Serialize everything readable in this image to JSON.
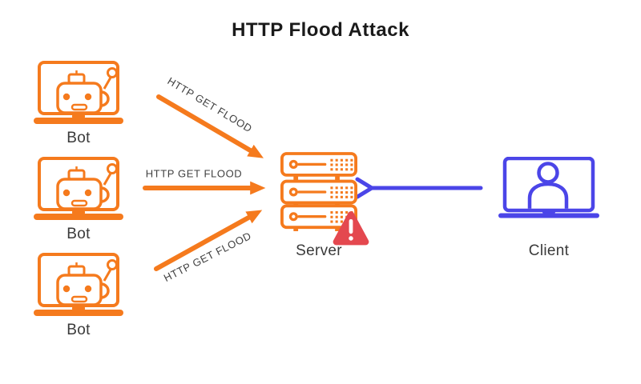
{
  "title": "HTTP Flood Attack",
  "colors": {
    "attacker_orange": "#F57A1D",
    "client_blue": "#4B45E8",
    "warning_red": "#E4484F",
    "title_text": "#1A1A1A",
    "label_text": "#3A3A3A"
  },
  "nodes": {
    "bots": [
      {
        "id": "bot-1",
        "label": "Bot",
        "icon": "bot-laptop-icon"
      },
      {
        "id": "bot-2",
        "label": "Bot",
        "icon": "bot-laptop-icon"
      },
      {
        "id": "bot-3",
        "label": "Bot",
        "icon": "bot-laptop-icon"
      }
    ],
    "server": {
      "id": "server",
      "label": "Server",
      "icon": "server-rack-icon",
      "status_icon": "warning-triangle-icon"
    },
    "client": {
      "id": "client",
      "label": "Client",
      "icon": "client-laptop-icon"
    }
  },
  "flows": [
    {
      "from": "bot-1",
      "to": "server",
      "label": "HTTP GET FLOOD"
    },
    {
      "from": "bot-2",
      "to": "server",
      "label": "HTTP GET FLOOD"
    },
    {
      "from": "bot-3",
      "to": "server",
      "label": "HTTP GET FLOOD"
    },
    {
      "from": "client",
      "to": "server",
      "label": ""
    }
  ]
}
